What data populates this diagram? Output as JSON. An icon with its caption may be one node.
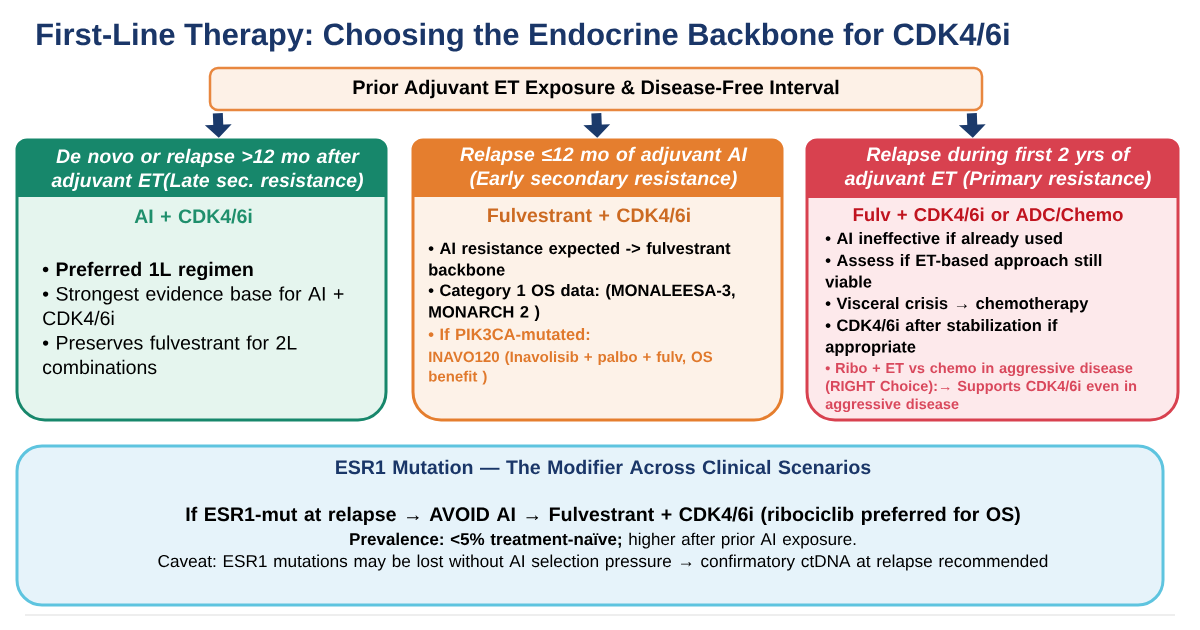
{
  "diagram": {
    "title": "First-Line Therapy: Choosing the Endocrine Backbone for CDK4/6i",
    "nodes": [
      {
        "text": [
          "Prior Adjuvant ET Exposure & Disease-Free Interval"
        ]
      },
      {
        "text": [
          "De novo or relapse >12 mo after adjuvant ET(Late sec. resistance)",
          "AI + CDK4/6i",
          "• Preferred 1L regimen",
          "• Strongest evidence base for AI + CDK4/6i",
          "• Preserves fulvestrant for 2L combinations"
        ]
      },
      {
        "text": [
          "Relapse ≤12 mo of adjuvant AI (Early secondary resistance)",
          "Fulvestrant + CDK4/6i",
          "• AI resistance expected -> fulvestrant backbone",
          "• Category 1 OS data: (MONALEESA-3, MONARCH 2 )",
          "• If PIK3CA-mutated:",
          "INAVO120 (Inavolisib + palbo + fulv, OS benefit )"
        ]
      },
      {
        "text": [
          "Relapse during first 2 yrs of adjuvant ET (Primary resistance)",
          "Fulv + CDK4/6i or ADC/Chemo",
          "• AI ineffective if already used",
          "• Assess if ET-based approach still viable",
          "• Visceral crisis → chemotherapy",
          "• CDK4/6i after stabilization if appropriate",
          "• Ribo + ET vs chemo in aggressive disease (RIGHT Choice):→ Supports CDK4/6i even in aggressive disease"
        ]
      },
      {
        "text": [
          "ESR1 Mutation — The Modifier Across Clinical Scenarios",
          "If ESR1-mut at relapse → AVOID AI → Fulvestrant + CDK4/6i (ribociclib preferred for OS)",
          "**Prevalence: <5% treatment-naïve;** higher after prior AI exposure.",
          "Caveat: ESR1 mutations may be lost without AI selection pressure → confirmatory ctDNA at relapse recommended"
        ]
      }
    ],
    "edges": [
      {
        "from": 0,
        "to": 1,
        "arrow": "to"
      },
      {
        "from": 0,
        "to": 2,
        "arrow": "to"
      },
      {
        "from": 0,
        "to": 3,
        "arrow": "to"
      }
    ]
  }
}
